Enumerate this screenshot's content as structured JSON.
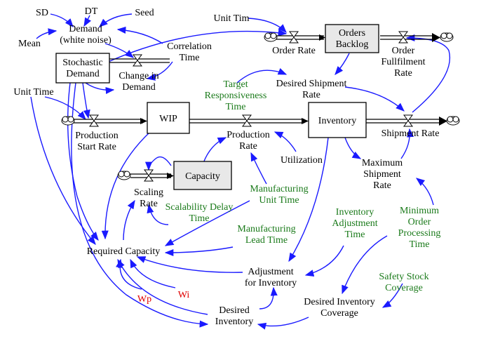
{
  "stocks": {
    "stochastic_demand": "Stochastic\nDemand",
    "orders_backlog": "Orders\nBacklog",
    "wip": "WIP",
    "inventory": "Inventory",
    "capacity": "Capacity"
  },
  "flows": {
    "change_in_demand": "Change in\nDemand",
    "order_rate": "Order Rate",
    "order_fulfilment_rate": "Order\nFullfilment\nRate",
    "production_start_rate": "Production\nStart Rate",
    "production_rate": "Production\nRate",
    "shipment_rate": "Shipment Rate",
    "scaling_rate": "Scaling\nRate"
  },
  "variables": {
    "sd": "SD",
    "dt": "DT",
    "seed": "Seed",
    "mean": "Mean",
    "demand_white_noise": "Demand\n(white noise)",
    "correlation_time": "Correlation\nTime",
    "unit_time_top": "Unit Tim",
    "unit_time_left": "Unit Time",
    "desired_shipment_rate": "Desired Shipment\nRate",
    "utilization": "Utilization",
    "maximum_shipment_rate": "Maximum\nShipment\nRate",
    "required_capacity": "Required Capacity",
    "adjustment_for_inventory": "Adjustment\nfor Inventory",
    "desired_inventory": "Desired\nInventory",
    "desired_inventory_coverage": "Desired Inventory\nCoverage"
  },
  "parameters": {
    "target_responsiveness_time": "Target\nResponsiveness\nTime",
    "manufacturing_unit_time": "Manufacturing\nUnit Time",
    "scalability_delay_time": "Scalability Delay\nTime",
    "manufacturing_lead_time": "Manufacturing\nLead Time",
    "inventory_adjustment_time": "Inventory\nAdjustment\nTime",
    "minimum_order_processing_time": "Minimum\nOrder\nProcessing\nTime",
    "safety_stock_coverage": "Safety Stock\nCoverage"
  },
  "weights": {
    "wp": "Wp",
    "wi": "Wi"
  },
  "colors": {
    "link": "#1a1aff",
    "parameter": "#1a7a1a",
    "weight": "#e00000",
    "stock_border": "#000000"
  }
}
